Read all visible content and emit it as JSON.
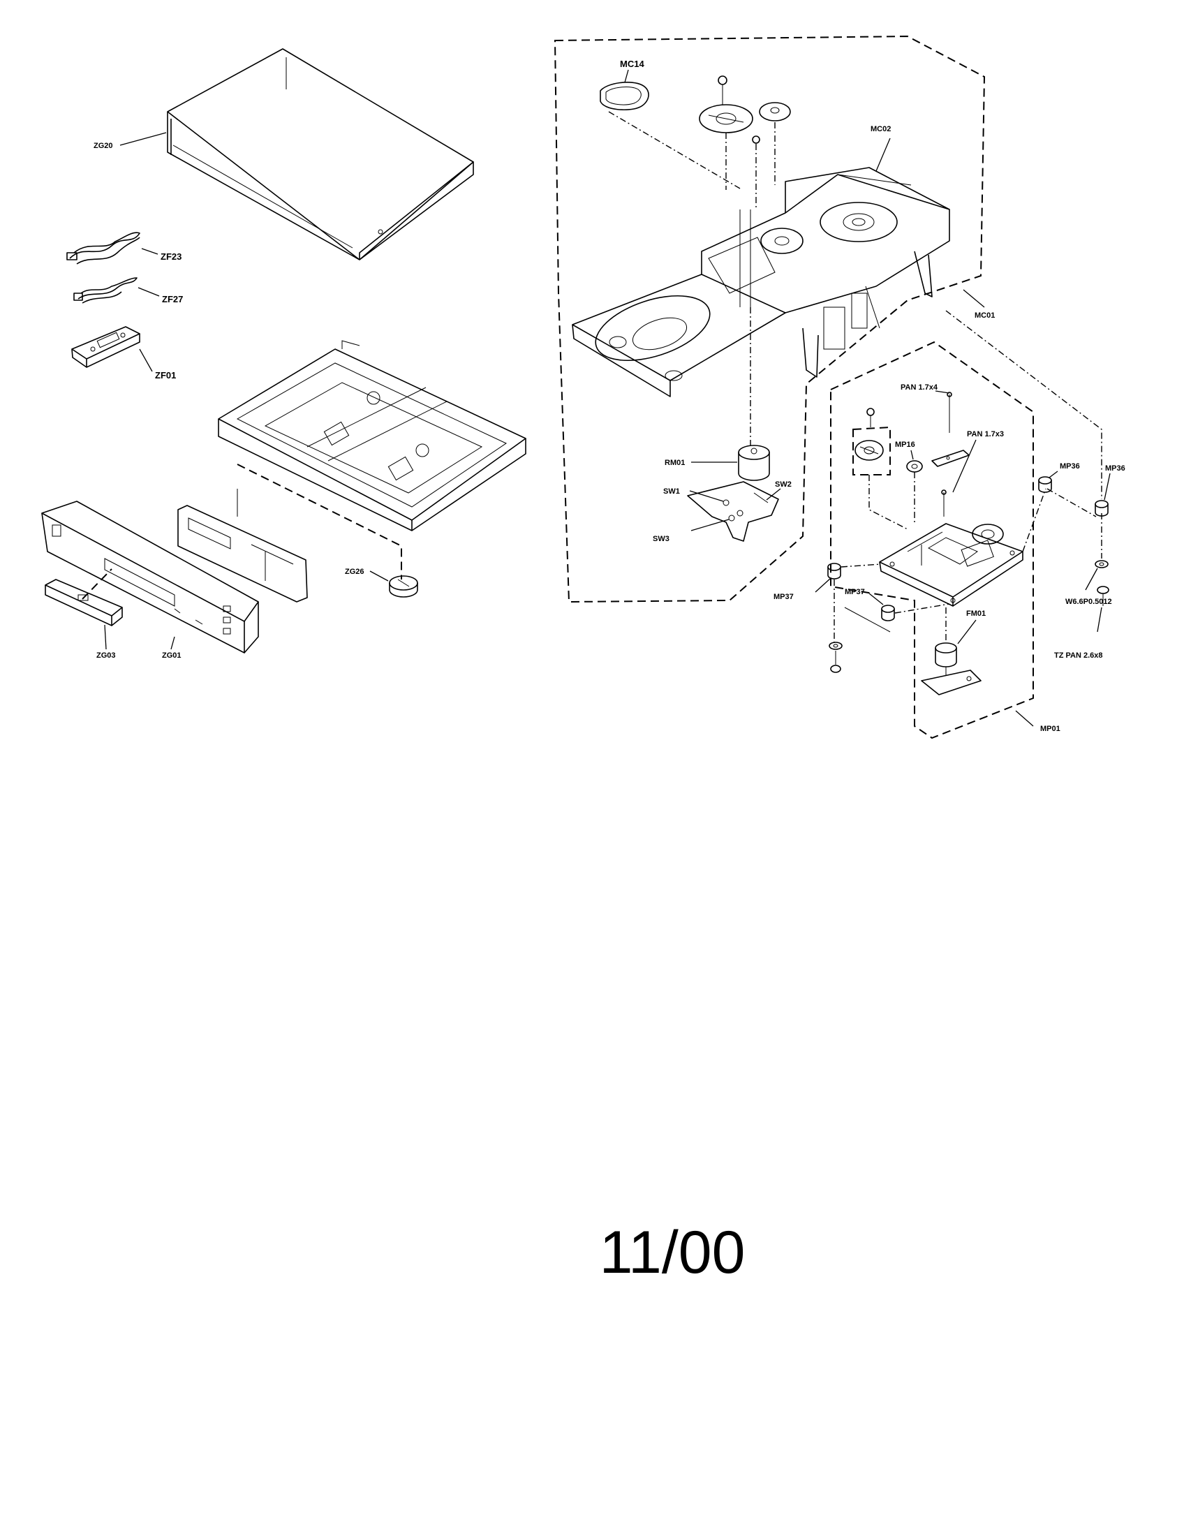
{
  "labels": {
    "zg20": "ZG20",
    "zf23": "ZF23",
    "zf27": "ZF27",
    "zf01": "ZF01",
    "zg26": "ZG26",
    "zg03": "ZG03",
    "zg01": "ZG01",
    "mc14": "MC14",
    "mc02": "MC02",
    "mc01": "MC01",
    "rm01": "RM01",
    "sw1": "SW1",
    "sw2": "SW2",
    "sw3": "SW3",
    "pan17x4": "PAN 1.7x4",
    "pan17x3": "PAN 1.7x3",
    "mp16": "MP16",
    "mp36a": "MP36",
    "mp36b": "MP36",
    "mp37a": "MP37",
    "mp37b": "MP37",
    "fm01": "FM01",
    "w66": "W6.6P0.5012",
    "tzpan": "TZ PAN 2.6x8",
    "mp01": "MP01"
  },
  "footer": {
    "date": "11/00"
  }
}
